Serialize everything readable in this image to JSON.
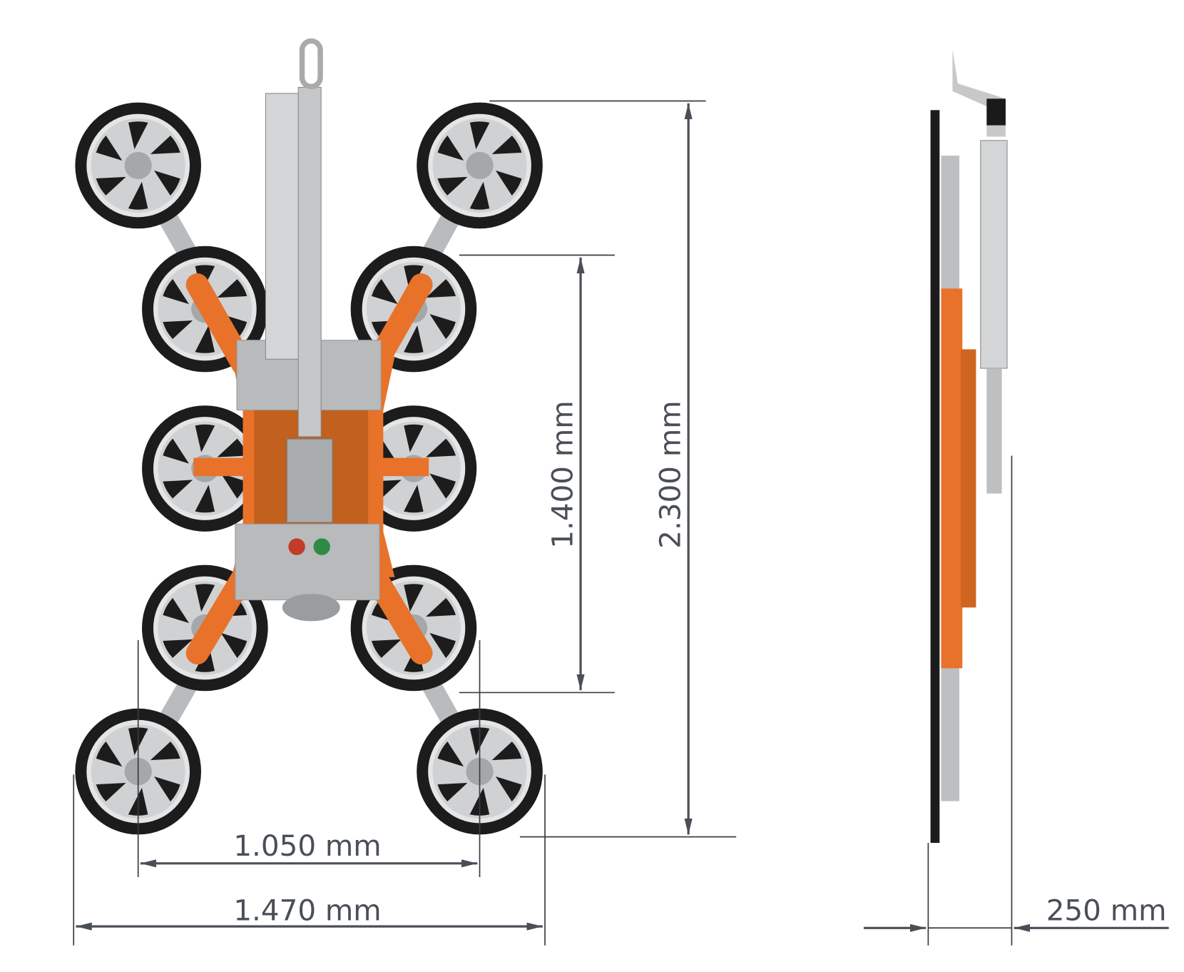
{
  "dimensions": {
    "overall_height": "2.300 mm",
    "pad_spacing_vertical": "1.400 mm",
    "pad_spacing_horizontal": "1.050 mm",
    "overall_width": "1.470 mm",
    "depth": "250 mm"
  },
  "colors": {
    "frame_orange": "#e8722a",
    "steel_grey": "#b4b7ba",
    "pad_black": "#1c1c1c",
    "dimension_line": "#4a4f57"
  }
}
